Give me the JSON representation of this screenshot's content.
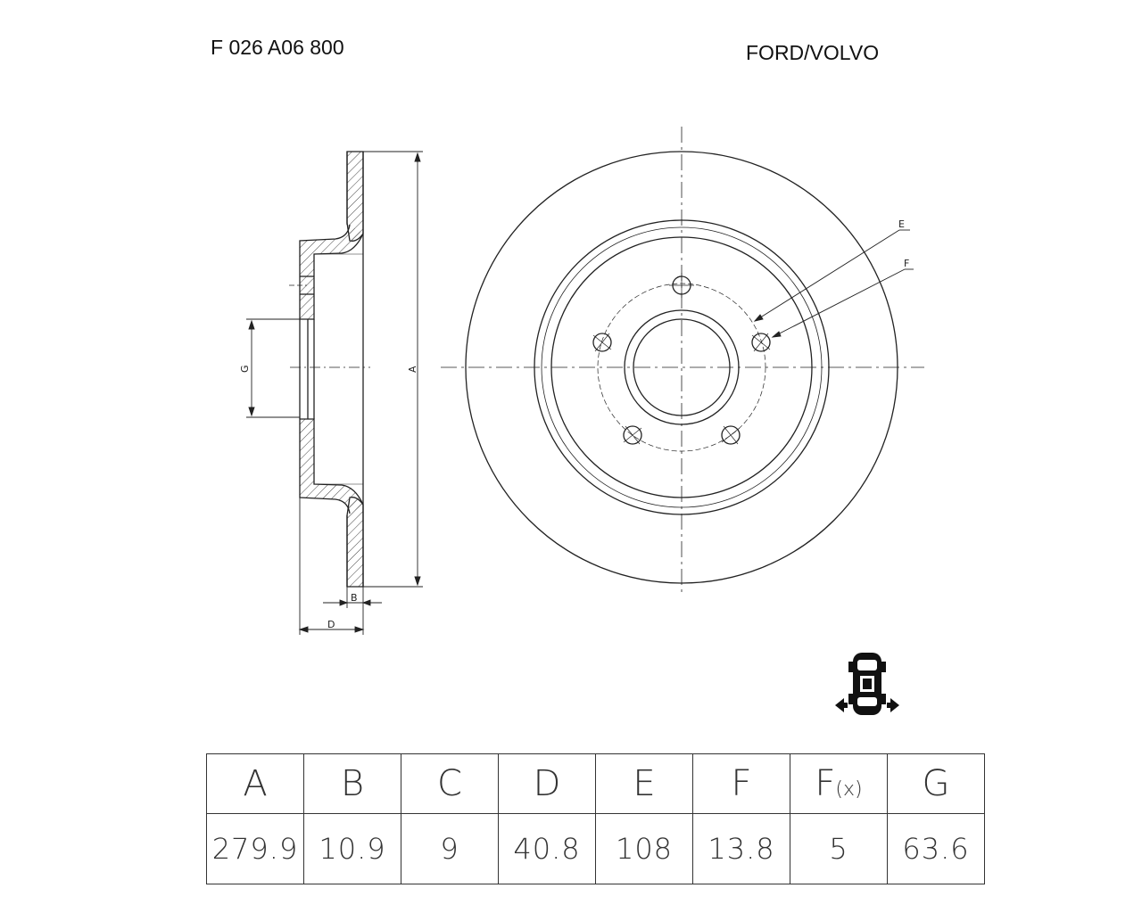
{
  "header": {
    "part_number": "F 026 A06 800",
    "manufacturer": "FORD/VOLVO"
  },
  "drawing_labels": {
    "A": "A",
    "B": "B",
    "D": "D",
    "E": "E",
    "F": "F",
    "G": "G"
  },
  "icons": {
    "vehicle": "car-rear-axle-icon"
  },
  "spec_table": {
    "headers": [
      "A",
      "B",
      "C",
      "D",
      "E",
      "F",
      "F",
      "G"
    ],
    "header_sub": "(x)",
    "values": [
      "279.9",
      "10.9",
      "9",
      "40.8",
      "108",
      "13.8",
      "5",
      "63.6"
    ]
  }
}
